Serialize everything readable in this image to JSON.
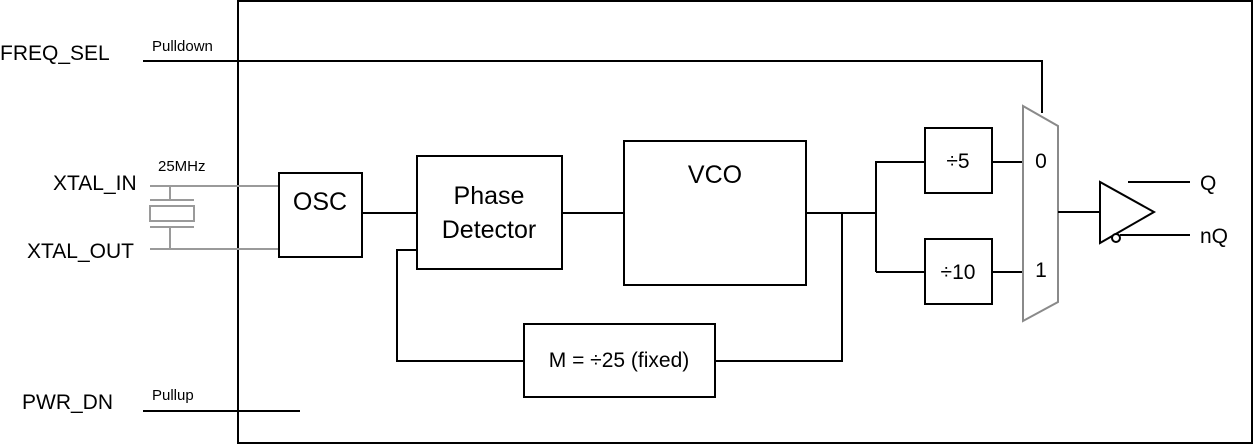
{
  "pins": {
    "freq_sel": "FREQ_SEL",
    "freq_sel_note": "Pulldown",
    "xtal_in": "XTAL_IN",
    "xtal_freq": "25MHz",
    "xtal_out": "XTAL_OUT",
    "pwr_dn": "PWR_DN",
    "pwr_dn_note": "Pullup",
    "q": "Q",
    "nq": "nQ"
  },
  "blocks": {
    "osc": "OSC",
    "phase_line1": "Phase",
    "phase_line2": "Detector",
    "vco": "VCO",
    "div5": "÷5",
    "div10": "÷10",
    "feedback": "M = ÷25 (fixed)",
    "mux_in0": "0",
    "mux_in1": "1"
  },
  "colors": {
    "line": "#000000",
    "crystal_wire": "#9a9a9a",
    "background": "#ffffff"
  }
}
